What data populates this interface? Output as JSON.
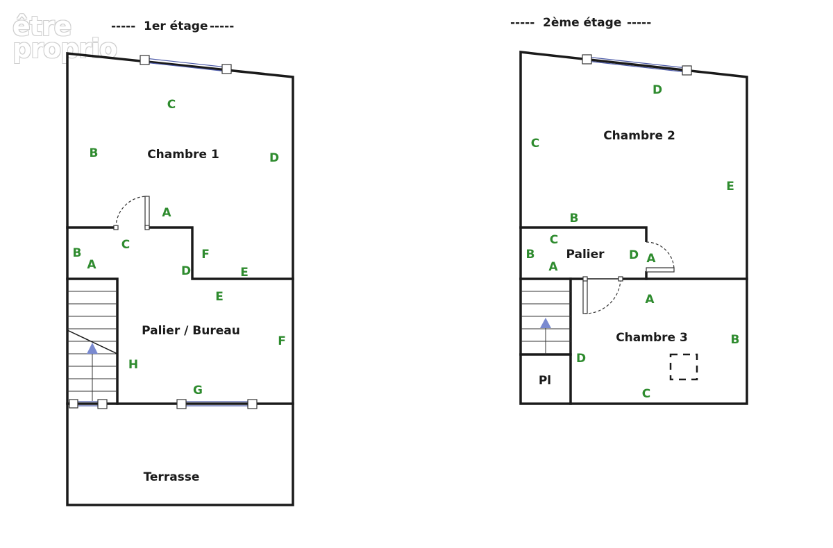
{
  "watermark": {
    "line1": "être",
    "line2": "proprio"
  },
  "floors": [
    {
      "title": "1er étage",
      "rooms": [
        "Chambre 1",
        "Palier / Bureau",
        "Terrasse"
      ],
      "wall_labels": [
        "C",
        "B",
        "D",
        "A",
        "B",
        "C",
        "A",
        "F",
        "D",
        "E",
        "E",
        "F",
        "H",
        "G"
      ]
    },
    {
      "title": "2ème étage",
      "rooms": [
        "Chambre 2",
        "Palier",
        "Chambre 3",
        "Pl"
      ],
      "wall_labels": [
        "D",
        "C",
        "E",
        "B",
        "C",
        "B",
        "D",
        "A",
        "A",
        "A",
        "B",
        "D",
        "C"
      ]
    }
  ],
  "title_dashes": "-----"
}
